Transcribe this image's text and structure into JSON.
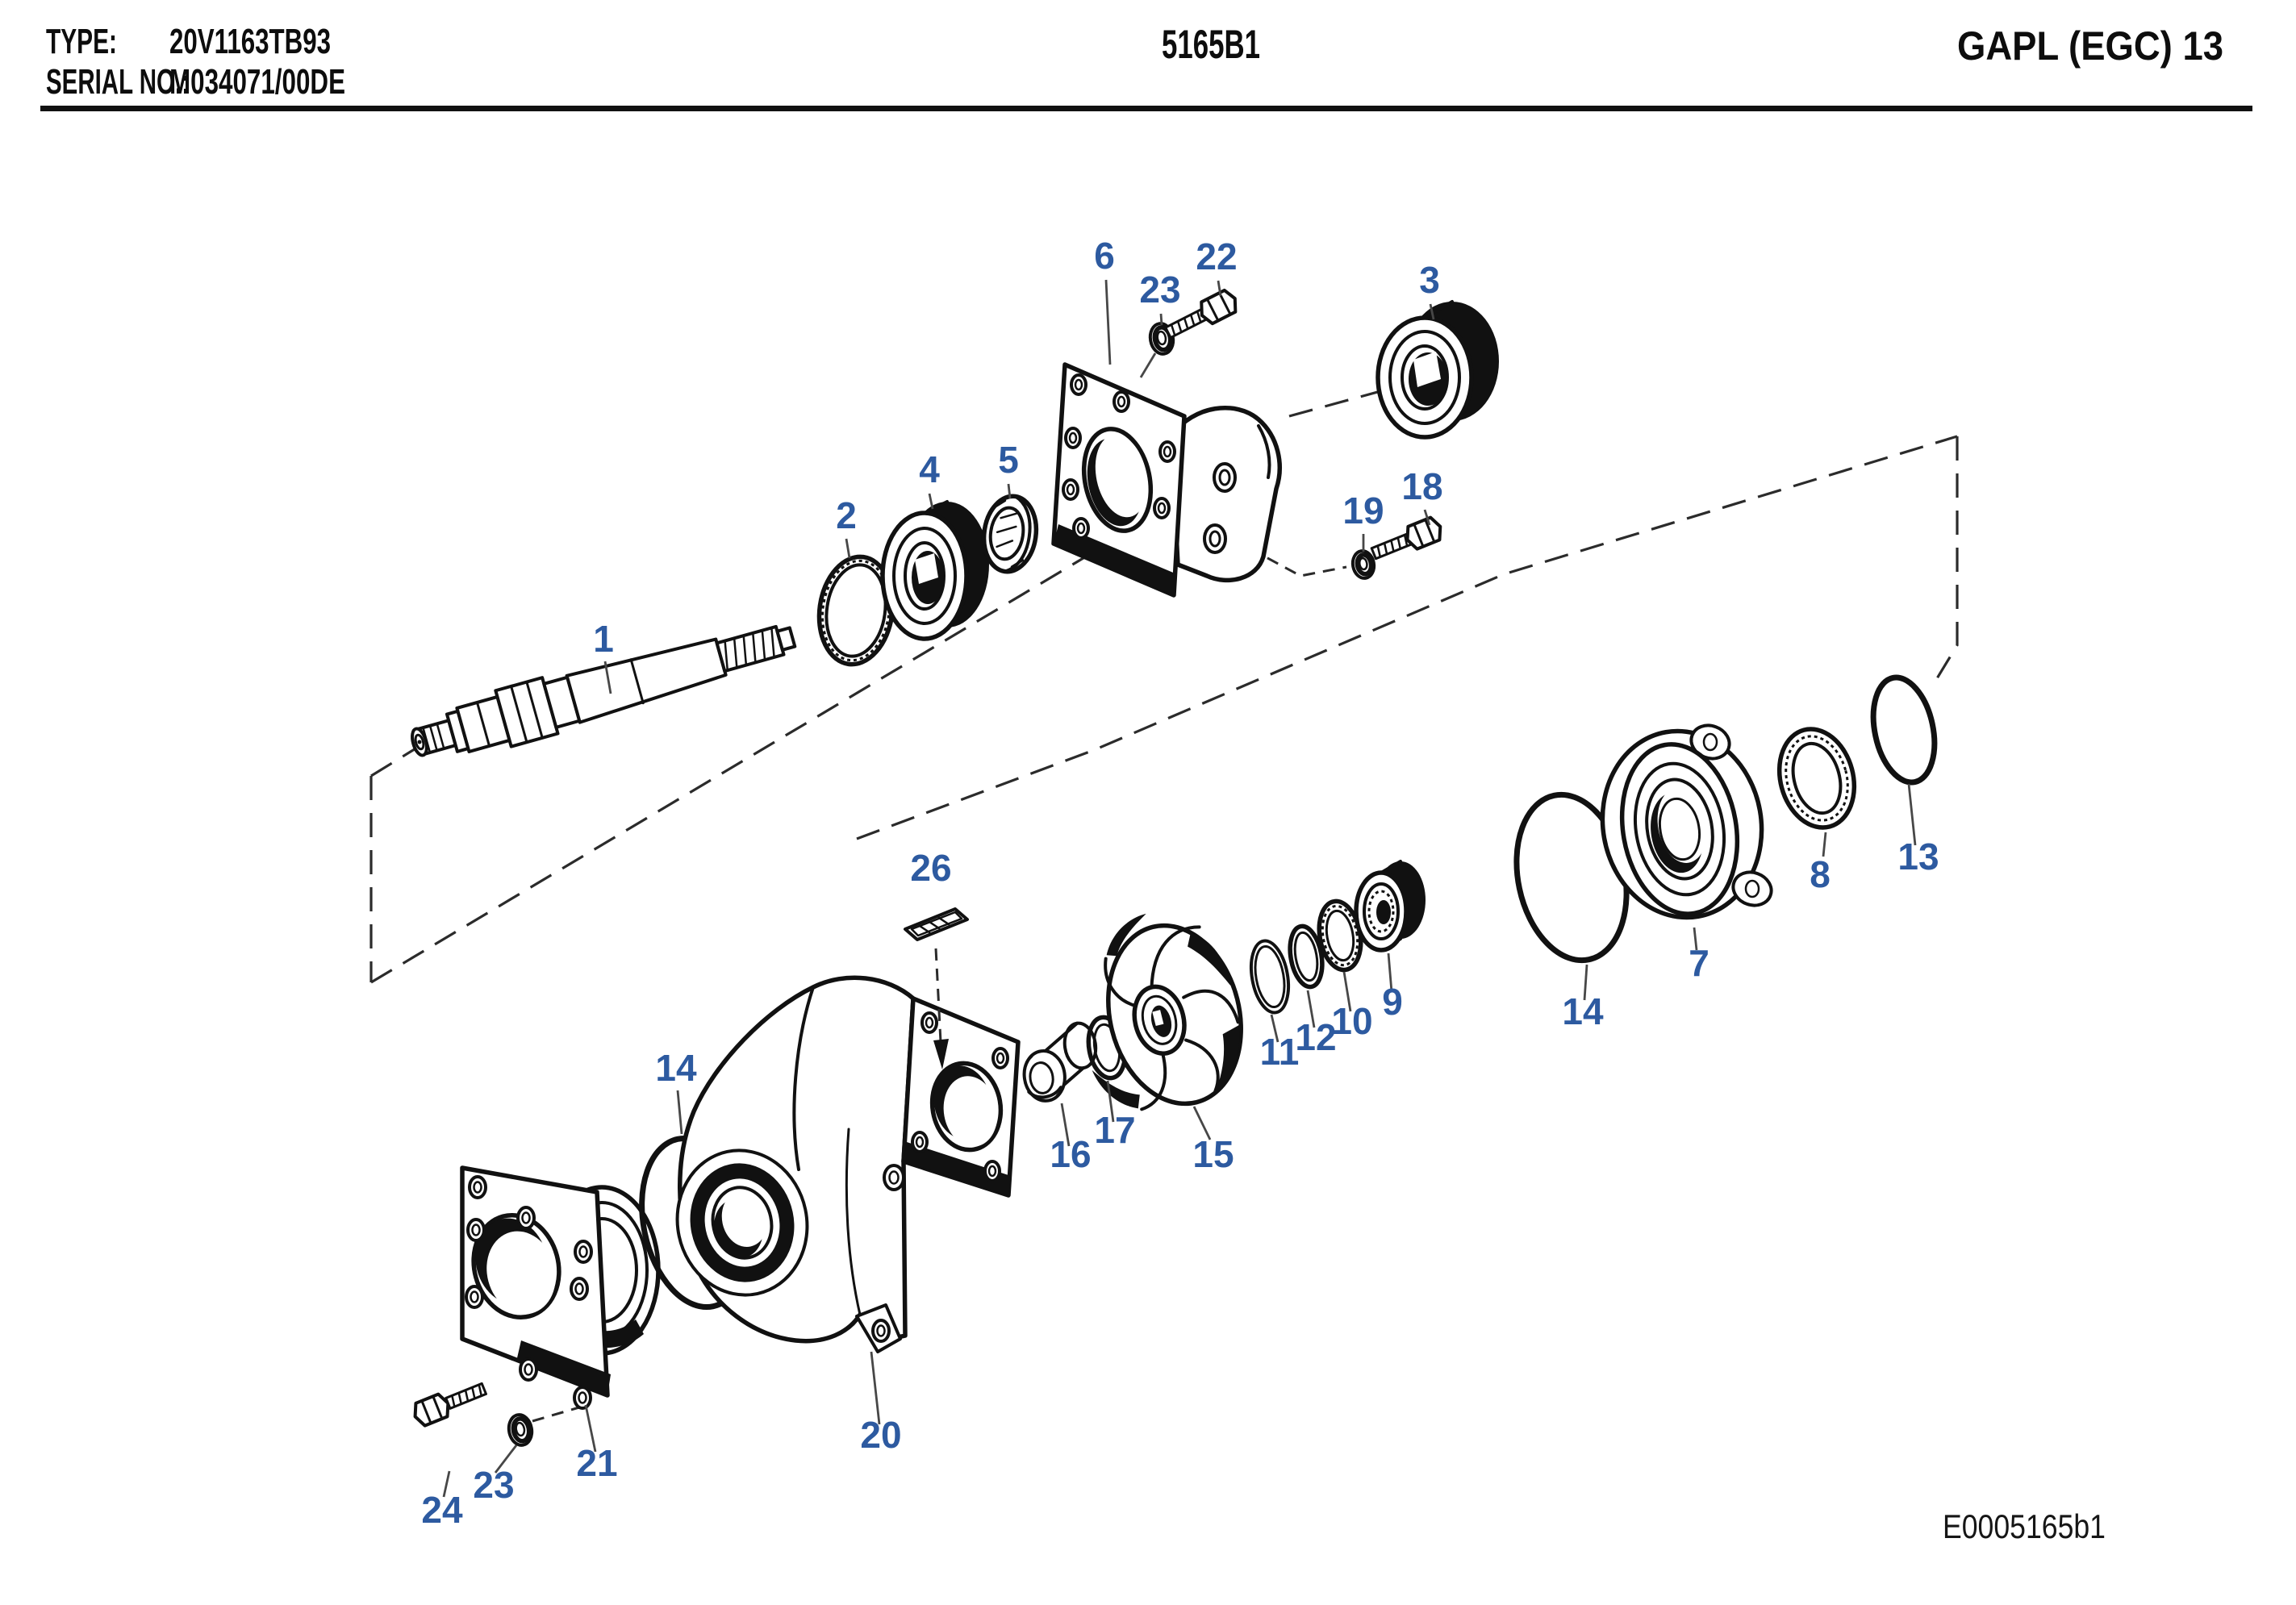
{
  "header": {
    "type_label": "TYPE:",
    "type_value": "20V1163TB93",
    "serial_label": "SERIAL NO.:",
    "serial_value": "M034071/00DE",
    "doc_number": "5165B1",
    "section_code": "GAPL (EGC) 13"
  },
  "figure_code": "E0005165b1",
  "colors": {
    "callout": "#2d5aa0",
    "ink": "#111111"
  },
  "callouts": {
    "c1": {
      "label": "1"
    },
    "c2": {
      "label": "2"
    },
    "c3": {
      "label": "3"
    },
    "c4": {
      "label": "4"
    },
    "c5": {
      "label": "5"
    },
    "c6": {
      "label": "6"
    },
    "c7": {
      "label": "7"
    },
    "c8": {
      "label": "8"
    },
    "c9": {
      "label": "9"
    },
    "c10": {
      "label": "10"
    },
    "c11": {
      "label": "11"
    },
    "c12": {
      "label": "12"
    },
    "c13": {
      "label": "13"
    },
    "c14l": {
      "label": "14"
    },
    "c14r": {
      "label": "14"
    },
    "c15": {
      "label": "15"
    },
    "c16": {
      "label": "16"
    },
    "c17": {
      "label": "17"
    },
    "c18": {
      "label": "18"
    },
    "c19": {
      "label": "19"
    },
    "c20": {
      "label": "20"
    },
    "c21": {
      "label": "21"
    },
    "c22": {
      "label": "22"
    },
    "c23t": {
      "label": "23"
    },
    "c23b": {
      "label": "23"
    },
    "c24": {
      "label": "24"
    },
    "c26": {
      "label": "26"
    }
  }
}
